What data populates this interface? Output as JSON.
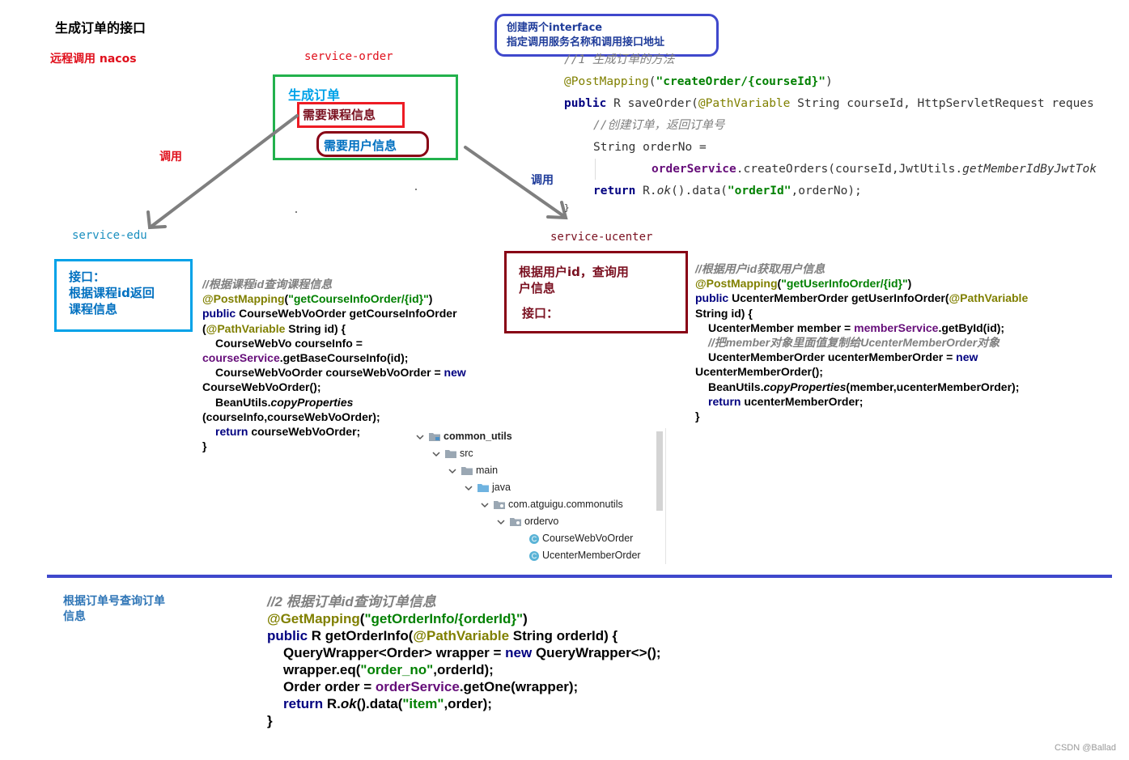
{
  "title": "生成订单的接口",
  "remote_call_label": "远程调用 nacos",
  "service_order": {
    "name": "service-order",
    "box_title": "生成订单",
    "need_course": "需要课程信息",
    "need_user": "需要用户信息"
  },
  "interface_note": {
    "line1": "创建两个interface",
    "line2": "指定调用服务名称和调用接口地址"
  },
  "call_left": "调用",
  "call_right": "调用",
  "create_order_code": {
    "comment": "//1 生成订单的方法",
    "annotation": "@PostMapping",
    "paren_open": "(",
    "path": "\"createOrder/{courseId}\"",
    "paren_close": ")",
    "sig_public": "public",
    "sig_rest": " R saveOrder(",
    "sig_pathvar": "@PathVariable",
    "sig_tail": " String courseId, HttpServletRequest reques",
    "comment2": "//创建订单，返回订单号",
    "line_order_no": "String orderNo =",
    "line_service": "orderService",
    "line_create": ".createOrders(courseId,JwtUtils.",
    "line_create_it": "getMemberIdByJwtTok",
    "line_return_kw": "return",
    "line_return_mid": " R.",
    "line_return_ok": "ok",
    "line_return_data": "().data(",
    "line_return_str": "\"orderId\"",
    "line_return_end": ",orderNo);",
    "closing": "}"
  },
  "service_edu": {
    "name": "service-edu",
    "box_line1": "接口：",
    "box_line2": "根据课程id返回",
    "box_line3": "课程信息"
  },
  "service_ucenter": {
    "name": "service-ucenter",
    "box_line1": "根据用户id，查询用",
    "box_line2": "户信息",
    "box_line3": "接口："
  },
  "course_code": {
    "comment": "//根据课程id查询课程信息",
    "annotation": "@PostMapping",
    "path": "\"getCourseInfoOrder/{id}\"",
    "l3_public": "public",
    "l3_rest": " CourseWebVoOrder getCourseInfoOrder",
    "l4_open": "(",
    "l4_pathvar": "@PathVariable",
    "l4_rest": " String id) {",
    "l5": "CourseWebVo courseInfo =",
    "l6_field": "courseService",
    "l6_rest": ".getBaseCourseInfo(id);",
    "l7_text": "CourseWebVoOrder courseWebVoOrder = ",
    "l7_new": "new",
    "l8": "CourseWebVoOrder();",
    "l9_pre": "BeanUtils.",
    "l9_it": "copyProperties",
    "l10": "(courseInfo,courseWebVoOrder);",
    "l11_kw": "return",
    "l11_rest": " courseWebVoOrder;",
    "l12": "}"
  },
  "user_code": {
    "comment": "//根据用户id获取用户信息",
    "annotation": "@PostMapping",
    "path": "\"getUserInfoOrder/{id}\"",
    "l3_public": "public",
    "l3_rest": " UcenterMemberOrder getUserInfoOrder(",
    "l3_pathvar": "@PathVariable",
    "l4": "String id) {",
    "l5_pre": "UcenterMember member = ",
    "l5_field": "memberService",
    "l5_rest": ".getById(id);",
    "l6_comment": "//把member对象里面值复制给UcenterMemberOrder对象",
    "l7_text": "UcenterMemberOrder ucenterMemberOrder = ",
    "l7_new": "new",
    "l8": "UcenterMemberOrder();",
    "l9_pre": "BeanUtils.",
    "l9_it": "copyProperties",
    "l9_rest": "(member,ucenterMemberOrder);",
    "l10_kw": "return",
    "l10_rest": " ucenterMemberOrder;",
    "l11": "}"
  },
  "tree": {
    "items": [
      {
        "label": "common_utils",
        "type": "module"
      },
      {
        "label": "src",
        "type": "folder"
      },
      {
        "label": "main",
        "type": "folder"
      },
      {
        "label": "java",
        "type": "source"
      },
      {
        "label": "com.atguigu.commonutils",
        "type": "package"
      },
      {
        "label": "ordervo",
        "type": "package"
      },
      {
        "label": "CourseWebVoOrder",
        "type": "class"
      },
      {
        "label": "UcenterMemberOrder",
        "type": "class"
      }
    ]
  },
  "query_label": {
    "line1": "根据订单号查询订单",
    "line2": "信息"
  },
  "order_code": {
    "comment": "//2 根据订单id查询订单信息",
    "annotation": "@GetMapping",
    "path": "\"getOrderInfo/{orderId}\"",
    "l3_public": "public",
    "l3_rest": " R getOrderInfo(",
    "l3_pathvar": "@PathVariable",
    "l3_tail": " String orderId) {",
    "l4_pre": "QueryWrapper<Order> wrapper = ",
    "l4_new": "new",
    "l4_rest": " QueryWrapper<>();",
    "l5_pre": "wrapper.eq(",
    "l5_str": "\"order_no\"",
    "l5_rest": ",orderId);",
    "l6_pre": "Order order = ",
    "l6_field": "orderService",
    "l6_rest": ".getOne(wrapper);",
    "l7_kw": "return",
    "l7_pre": " R.",
    "l7_it": "ok",
    "l7_mid": "().data(",
    "l7_str": "\"item\"",
    "l7_rest": ",order);",
    "l8": "}"
  },
  "watermark": "CSDN @Ballad",
  "colors": {
    "green_box": "#22b14c",
    "red_box": "#ed1c24",
    "dark_red_box": "#880015",
    "blue_box": "#00a2e8",
    "navy_box": "#3f48cc",
    "divider": "#3f48cc",
    "arrow": "#7f7f7f"
  }
}
